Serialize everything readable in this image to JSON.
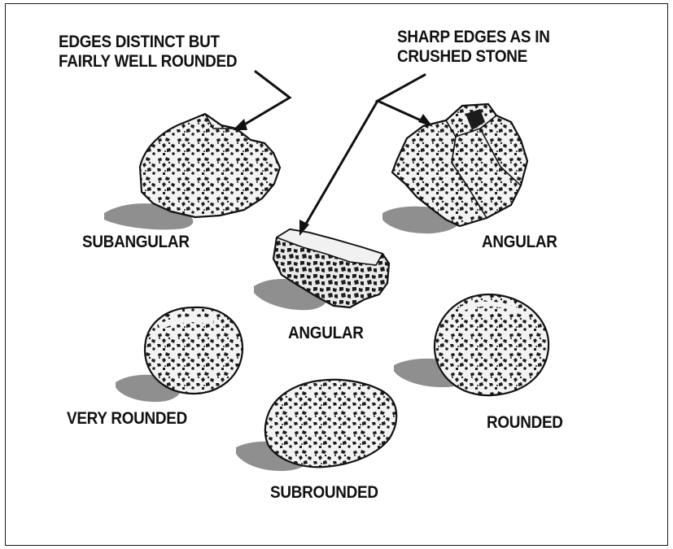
{
  "annotations": {
    "rounded_edges_note": {
      "line1": "EDGES DISTINCT BUT",
      "line2": "FAIRLY WELL ROUNDED"
    },
    "sharp_edges_note": {
      "line1": "SHARP EDGES AS IN",
      "line2": "CRUSHED STONE"
    }
  },
  "shapes": {
    "subangular": "SUBANGULAR",
    "angular_top_right": "ANGULAR",
    "angular_center": "ANGULAR",
    "very_rounded": "VERY ROUNDED",
    "subrounded": "SUBROUNDED",
    "rounded": "ROUNDED"
  },
  "colors": {
    "ink": "#111111",
    "shadow": "#8f8f8f",
    "stone_light": "#f4f4f4",
    "stone_dark": "#1c1c1c"
  }
}
